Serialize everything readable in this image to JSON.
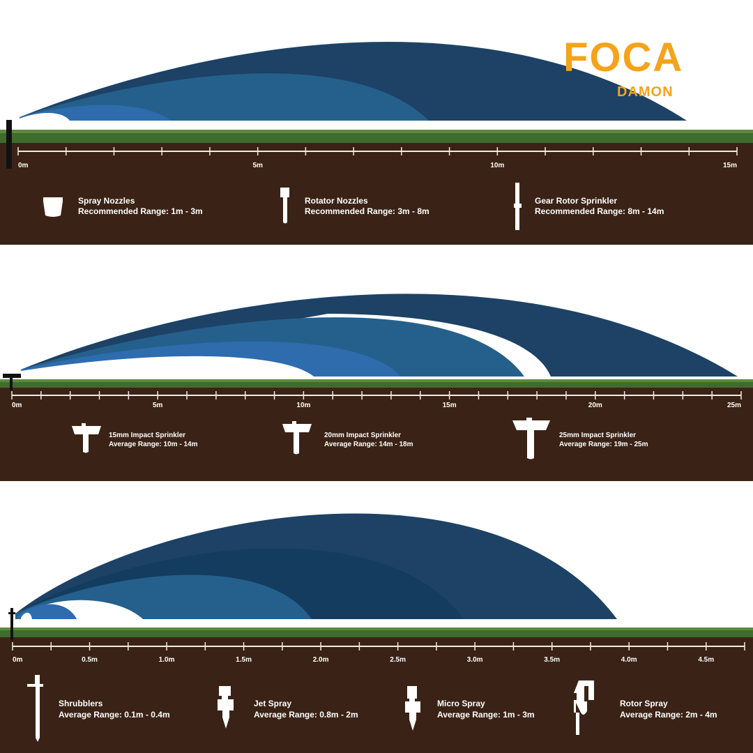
{
  "logo": {
    "text_main": "FOCA",
    "text_sub": "DAMON",
    "color": "#f5a31a"
  },
  "colors": {
    "soil": "#3a2316",
    "grass": "#3f6b2c",
    "light_blue": "#2e6cae",
    "mid_blue": "#25608c",
    "dark_blue": "#1d4266",
    "deep_blue": "#133c5f"
  },
  "panels": [
    {
      "axis": {
        "max": 15,
        "tick_step": 1,
        "labels": [
          {
            "v": 0,
            "t": "0m"
          },
          {
            "v": 5,
            "t": "5m"
          },
          {
            "v": 10,
            "t": "10m"
          },
          {
            "v": 15,
            "t": "15m"
          }
        ]
      },
      "items": [
        {
          "icon": "spray-nozzle-icon",
          "name": "Spray Nozzles",
          "range": "Recommended Range: 1m - 3m"
        },
        {
          "icon": "rotator-nozzle-icon",
          "name": "Rotator Nozzles",
          "range": "Recommended Range: 3m - 8m"
        },
        {
          "icon": "gear-rotor-icon",
          "name": "Gear Rotor Sprinkler",
          "range": "Recommended Range: 8m - 14m"
        }
      ]
    },
    {
      "axis": {
        "max": 25,
        "tick_step": 1,
        "labels": [
          {
            "v": 0,
            "t": "0m"
          },
          {
            "v": 5,
            "t": "5m"
          },
          {
            "v": 10,
            "t": "10m"
          },
          {
            "v": 15,
            "t": "15m"
          },
          {
            "v": 20,
            "t": "20m"
          },
          {
            "v": 25,
            "t": "25m"
          }
        ]
      },
      "items": [
        {
          "icon": "impact-sprinkler-icon",
          "name": "15mm Impact Sprinkler",
          "range": "Average Range: 10m - 14m"
        },
        {
          "icon": "impact-sprinkler-icon",
          "name": "20mm Impact Sprinkler",
          "range": "Average Range: 14m - 18m"
        },
        {
          "icon": "impact-sprinkler-icon",
          "name": "25mm Impact Sprinkler",
          "range": "Average Range: 19m - 25m"
        }
      ]
    },
    {
      "axis": {
        "max": 4.75,
        "tick_step": 0.25,
        "labels": [
          {
            "v": 0,
            "t": "0m"
          },
          {
            "v": 0.5,
            "t": "0.5m"
          },
          {
            "v": 1,
            "t": "1.0m"
          },
          {
            "v": 1.5,
            "t": "1.5m"
          },
          {
            "v": 2,
            "t": "2.0m"
          },
          {
            "v": 2.5,
            "t": "2.5m"
          },
          {
            "v": 3,
            "t": "3.0m"
          },
          {
            "v": 3.5,
            "t": "3.5m"
          },
          {
            "v": 4,
            "t": "4.0m"
          },
          {
            "v": 4.5,
            "t": "4.5m"
          }
        ]
      },
      "items": [
        {
          "icon": "shrubbler-icon",
          "name": "Shrubblers",
          "range": "Average Range: 0.1m - 0.4m"
        },
        {
          "icon": "jet-spray-icon",
          "name": "Jet Spray",
          "range": "Average Range:  0.8m - 2m"
        },
        {
          "icon": "micro-spray-icon",
          "name": "Micro Spray",
          "range": "Average Range:  1m - 3m"
        },
        {
          "icon": "rotor-spray-icon",
          "name": "Rotor Spray",
          "range": "Average Range:  2m - 4m"
        }
      ]
    }
  ]
}
